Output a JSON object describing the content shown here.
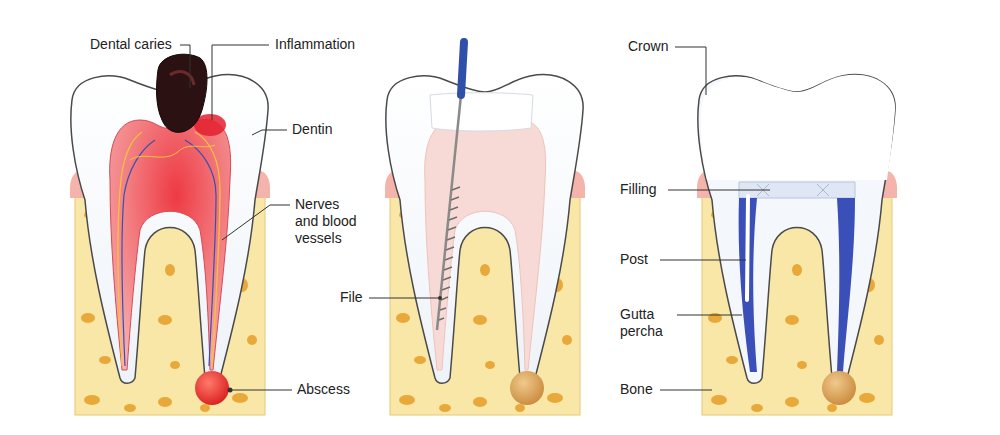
{
  "diagram": {
    "labels": [
      "Dental caries",
      "Inflammation",
      "Dentin",
      "Nerves and blood vessels",
      "Abscess",
      "File",
      "Crown",
      "Filling",
      "Post",
      "Gutta percha",
      "Bone"
    ]
  }
}
